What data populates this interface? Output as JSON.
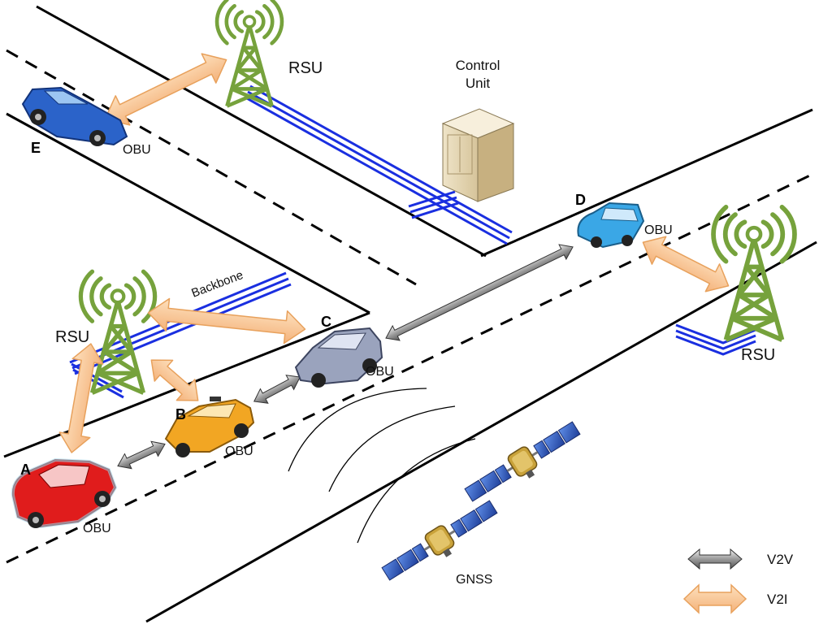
{
  "labels": {
    "rsu_top": "RSU",
    "rsu_left": "RSU",
    "rsu_right": "RSU",
    "control_unit_line1": "Control",
    "control_unit_line2": "Unit",
    "backbone": "Backbone",
    "gnss": "GNSS",
    "obu_a": "OBU",
    "obu_b": "OBU",
    "obu_c": "OBU",
    "obu_d": "OBU",
    "obu_e": "OBU",
    "car_a": "A",
    "car_b": "B",
    "car_c": "C",
    "car_d": "D",
    "car_e": "E"
  },
  "legend": {
    "v2v": "V2V",
    "v2i": "V2I"
  },
  "colors": {
    "road_line": "#000000",
    "tower": "#76a23c",
    "backbone_cable": "#1a2fe0",
    "v2i_arrow": "#f7c48f",
    "v2i_arrow_stroke": "#e8a15c",
    "v2v_arrow": "#8c8c8c",
    "car_a": "#e01c1c",
    "car_b": "#f2a623",
    "car_c": "#9aa3bd",
    "car_d": "#3aa7e6",
    "car_e": "#2b63c9",
    "satellite_panel": "#2f5fc4",
    "satellite_body": "#c9a23a"
  }
}
